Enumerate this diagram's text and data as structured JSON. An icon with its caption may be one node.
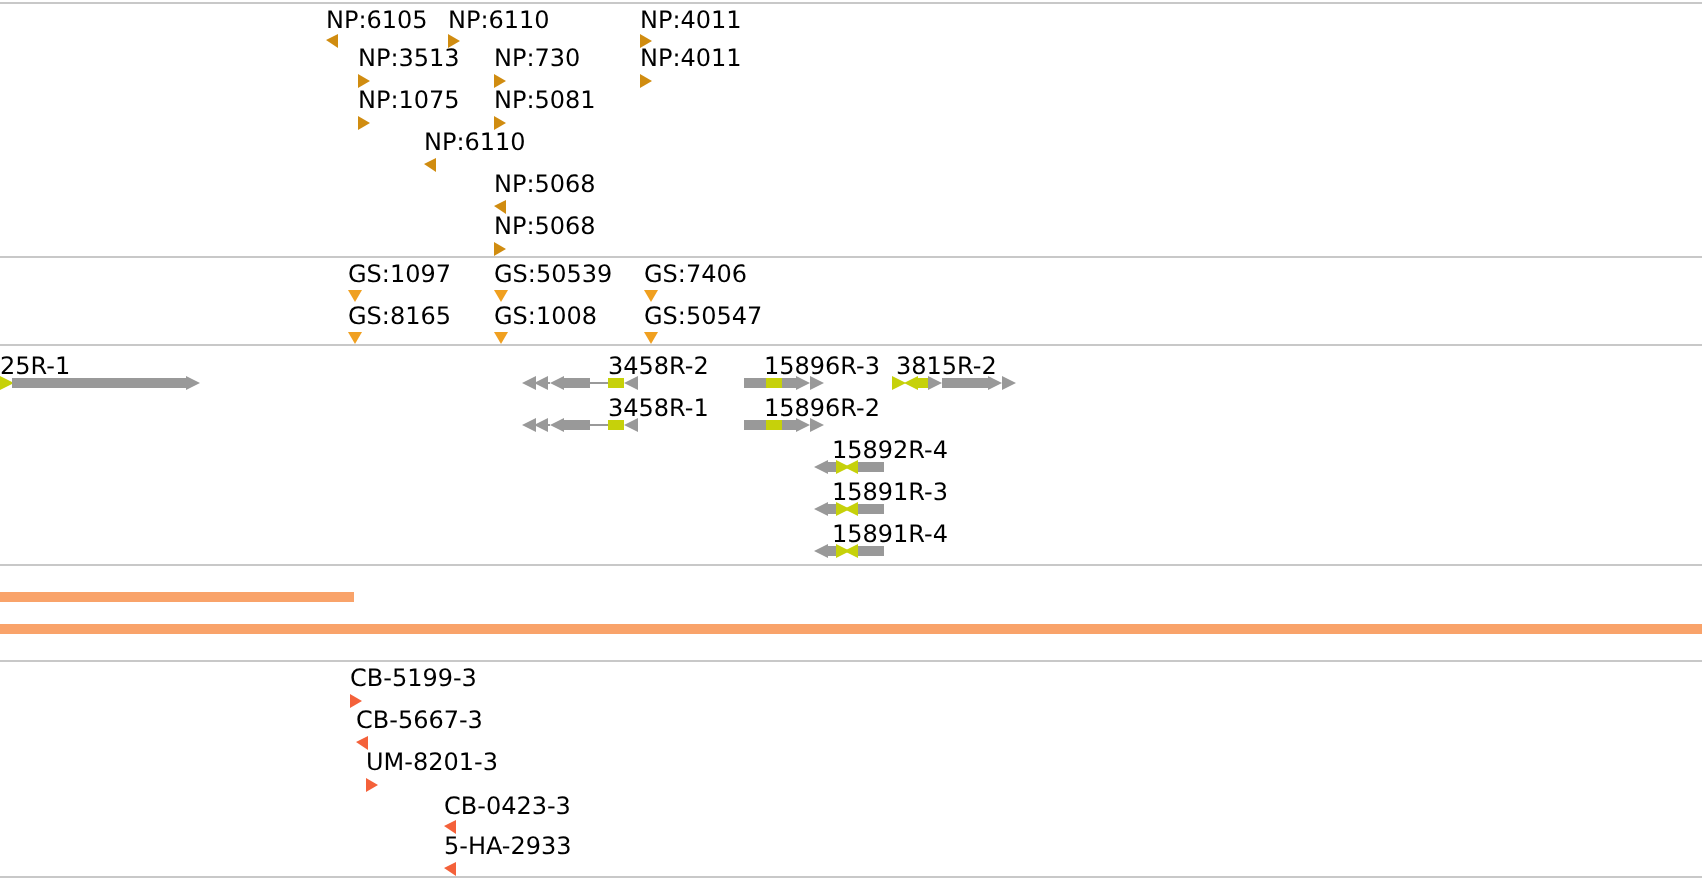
{
  "diagram": {
    "labels": [
      "NP:6105",
      "NP:6110",
      "NP:4011",
      "NP:3513",
      "NP:730",
      "NP:4011",
      "NP:1075",
      "NP:5081",
      "NP:6110",
      "NP:5068",
      "NP:5068",
      "GS:1097",
      "GS:50539",
      "GS:7406",
      "GS:8165",
      "GS:1008",
      "GS:50547",
      "25R-1",
      "3458R-2",
      "15896R-3",
      "3815R-2",
      "3458R-1",
      "15896R-2",
      "15892R-4",
      "15891R-3",
      "15891R-4",
      "CB-5199-3",
      "CB-5667-3",
      "UM-8201-3",
      "CB-0423-3",
      "5-HA-2933"
    ]
  }
}
